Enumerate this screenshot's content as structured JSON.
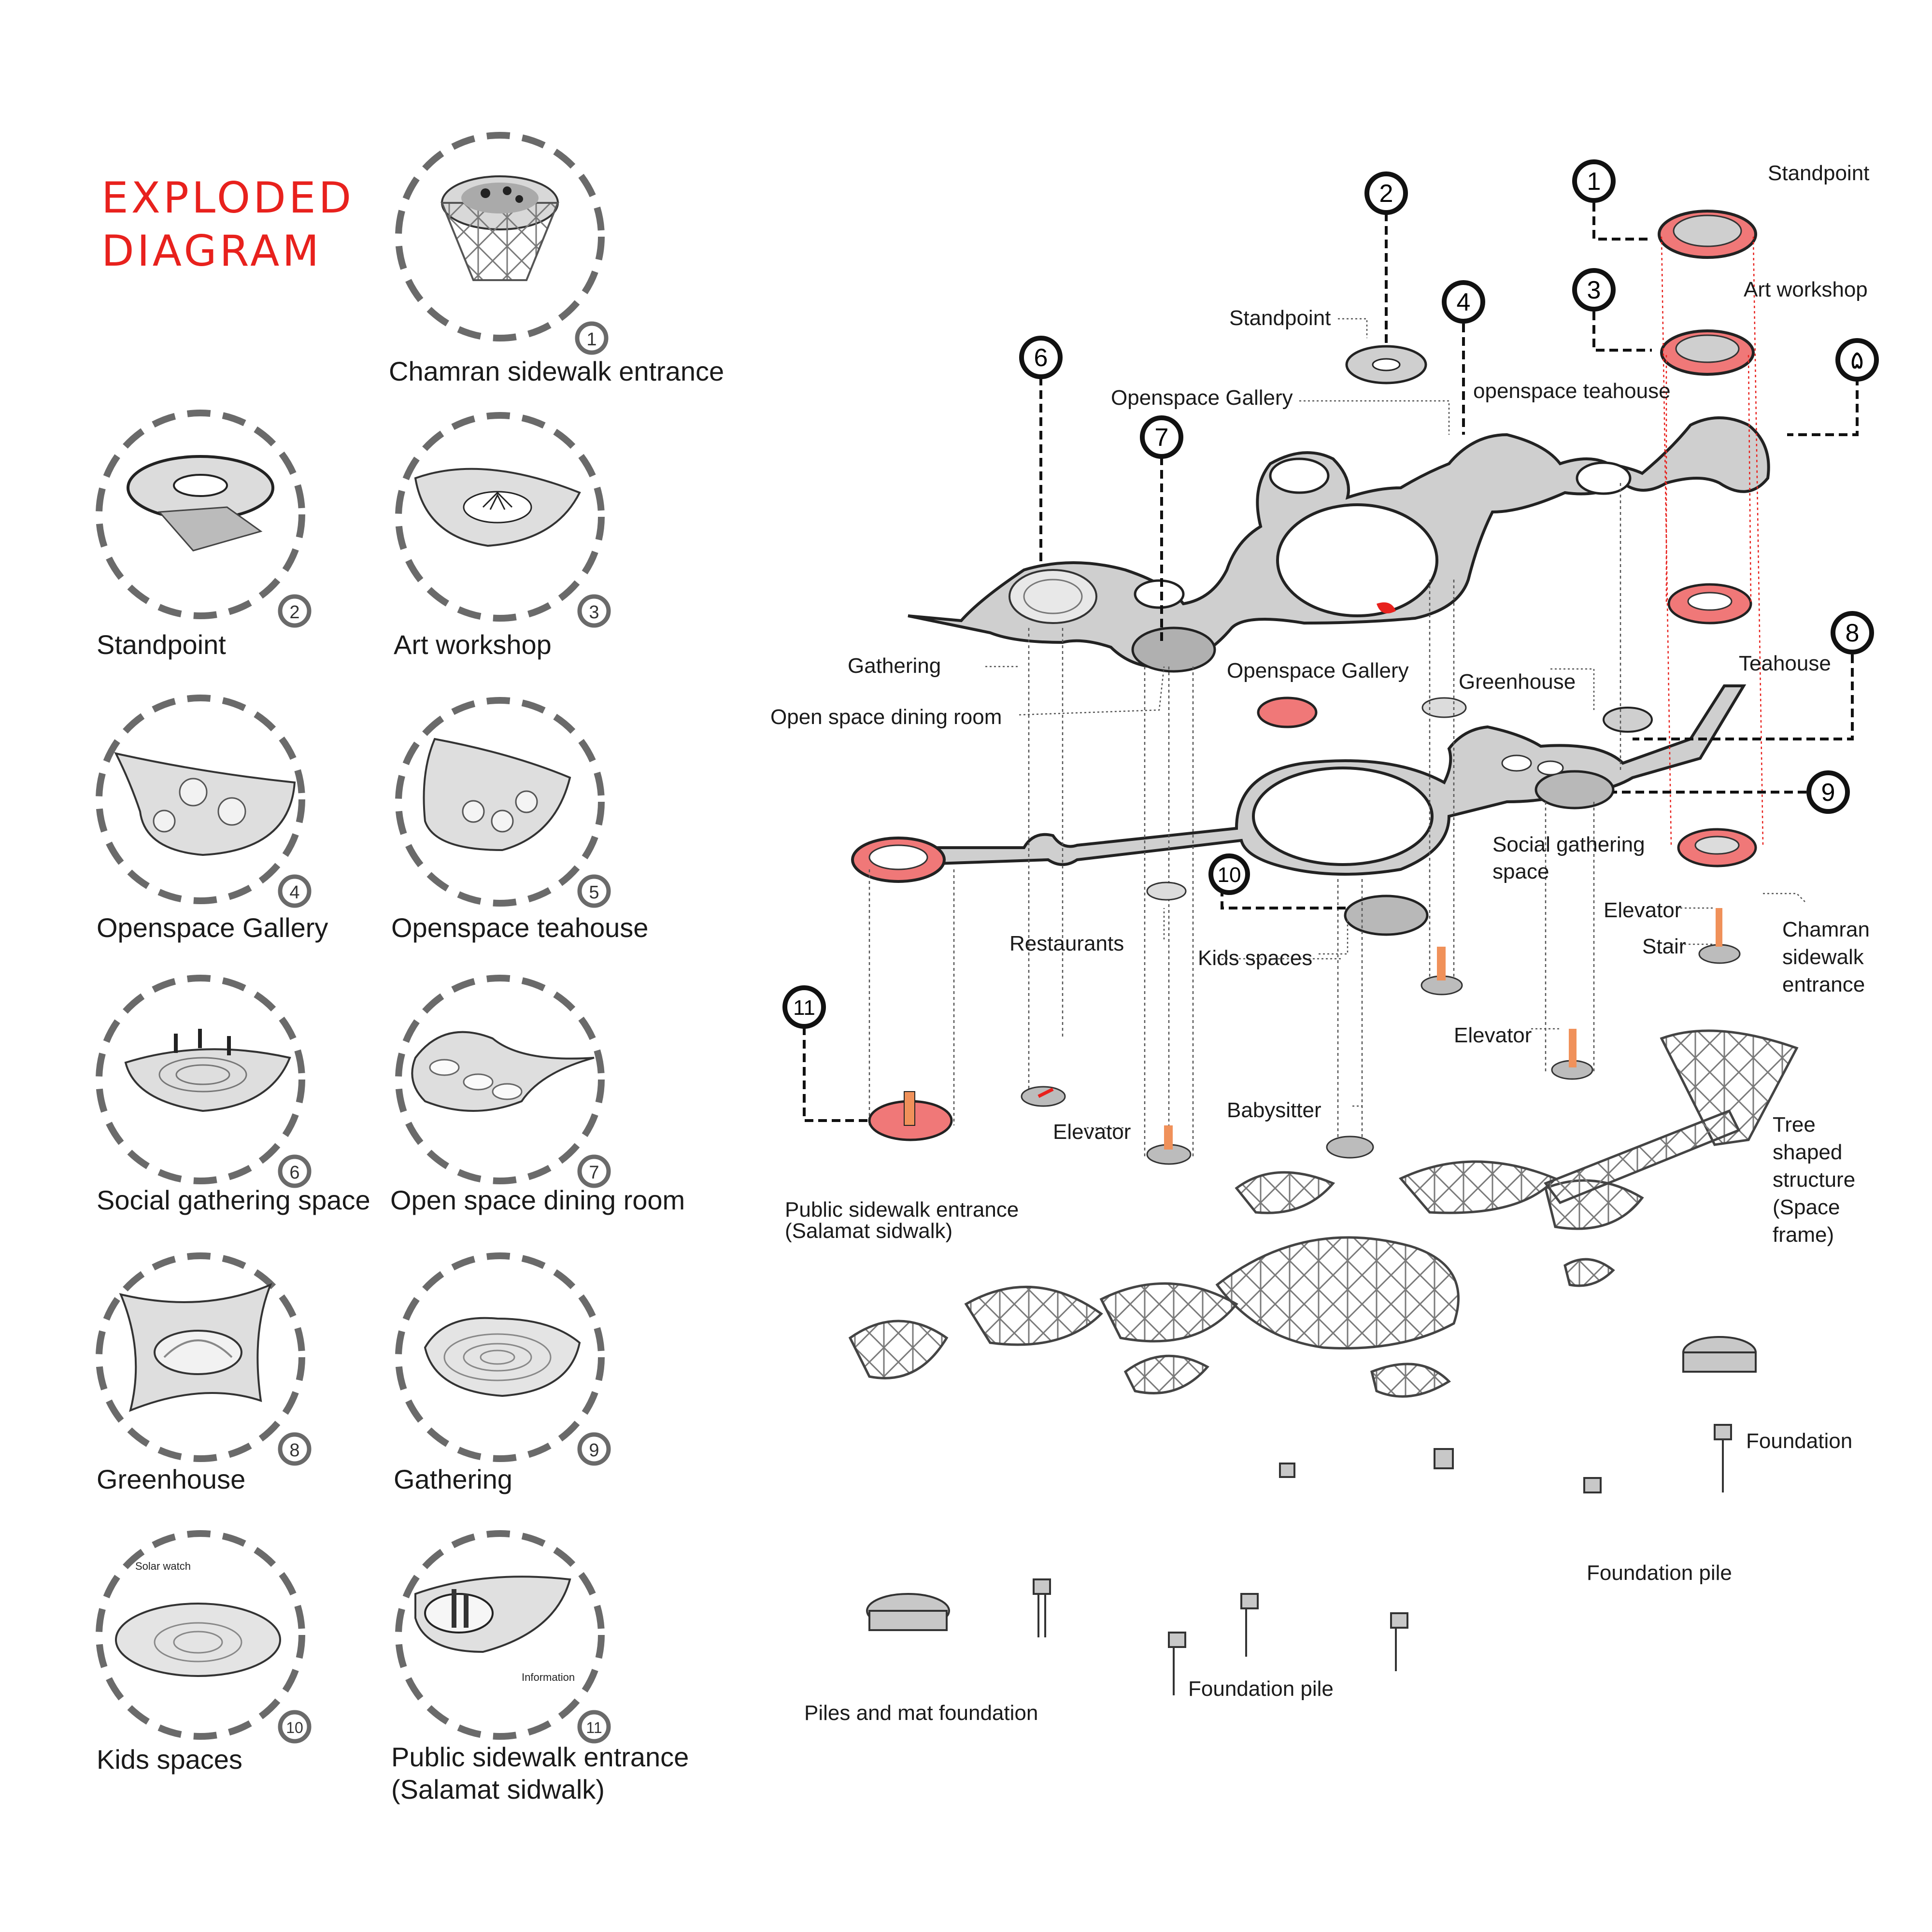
{
  "title_line1": "EXPLODED",
  "title_line2": "DIAGRAM",
  "cards": [
    {
      "num": "1",
      "label": "Chamran sidewalk entrance"
    },
    {
      "num": "2",
      "label": "Standpoint"
    },
    {
      "num": "3",
      "label": "Art workshop"
    },
    {
      "num": "4",
      "label": "Openspace Gallery"
    },
    {
      "num": "5",
      "label": "Openspace teahouse"
    },
    {
      "num": "6",
      "label": "Social gathering space"
    },
    {
      "num": "7",
      "label": "Open space dining room"
    },
    {
      "num": "8",
      "label": "Greenhouse"
    },
    {
      "num": "9",
      "label": "Gathering"
    },
    {
      "num": "10",
      "label": "Kids spaces",
      "inner_text": "Solar watch"
    },
    {
      "num": "11",
      "label": "Public sidewalk entrance",
      "label2": "(Salamat sidwalk)",
      "inner_text": "Information"
    }
  ],
  "markers": [
    "1",
    "2",
    "3",
    "4",
    "۵",
    "6",
    "7",
    "8",
    "9",
    "10",
    "11"
  ],
  "labels": {
    "standpoint_top": "Standpoint",
    "art_workshop": "Art workshop",
    "standpoint_mid": "Standpoint",
    "openspace_teahouse": "openspace teahouse",
    "openspace_gallery_top": "Openspace Gallery",
    "gathering": "Gathering",
    "open_space_dining": "Open space dining room",
    "openspace_gallery_mid": "Openspace Gallery",
    "greenhouse": "Greenhouse",
    "teahouse": "Teahouse",
    "social_gathering_1": "Social gathering",
    "social_gathering_2": "space",
    "elevator_right": "Elevator",
    "stair": "Stair",
    "chamran_1": "Chamran",
    "chamran_2": "sidewalk",
    "chamran_3": "entrance",
    "restaurants": "Restaurants",
    "kids_spaces": "Kids spaces",
    "elevator_mid": "Elevator",
    "elevator_left": "Elevator",
    "babysitter": "Babysitter",
    "public_entrance_1": "Public sidewalk entrance",
    "public_entrance_2": "(Salamat sidwalk)",
    "tree_1": "Tree",
    "tree_2": "shaped",
    "tree_3": "structure",
    "tree_4": "(Space",
    "tree_5": "frame)",
    "foundation": "Foundation",
    "foundation_pile_right": "Foundation pile",
    "foundation_pile_mid": "Foundation pile",
    "piles_mat": "Piles and mat foundation"
  },
  "colors": {
    "accent_red": "#e8211d",
    "highlight_pink": "#f07878",
    "slab_grey": "#c9c9c9",
    "dark": "#1a1a1a",
    "orange": "#f0915a"
  }
}
